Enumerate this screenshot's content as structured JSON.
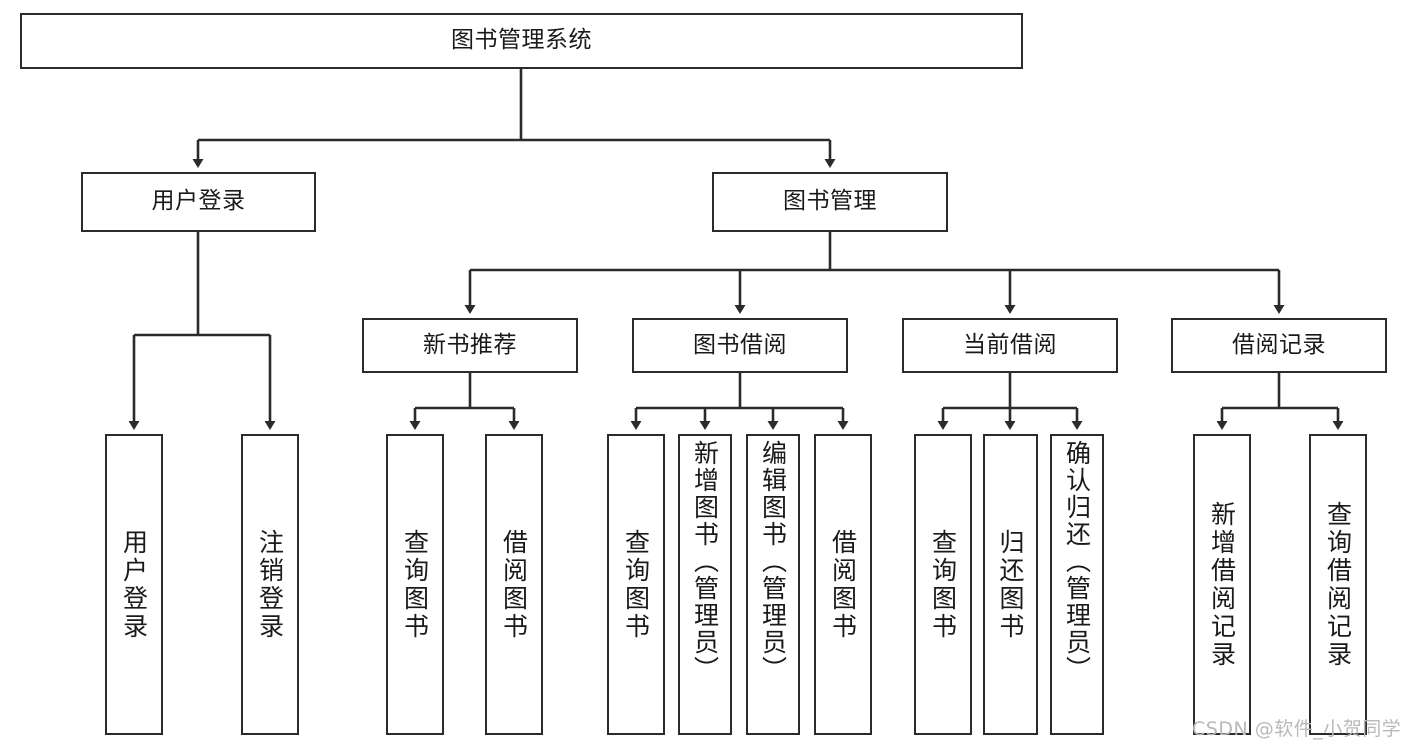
{
  "diagram": {
    "type": "tree-hierarchy",
    "title_node": {
      "label": "图书管理系统"
    },
    "tier2": [
      {
        "id": "user-login",
        "label": "用户登录"
      },
      {
        "id": "book-management",
        "label": "图书管理"
      }
    ],
    "tier3": [
      {
        "id": "new-book-recommend",
        "label": "新书推荐",
        "parent": "book-management"
      },
      {
        "id": "book-borrow",
        "label": "图书借阅",
        "parent": "book-management"
      },
      {
        "id": "current-borrow",
        "label": "当前借阅",
        "parent": "book-management"
      },
      {
        "id": "borrow-record",
        "label": "借阅记录",
        "parent": "book-management"
      }
    ],
    "leaves": [
      {
        "id": "leaf-user-login",
        "label": "用户登录",
        "parent": "user-login"
      },
      {
        "id": "leaf-user-logout",
        "label": "注销登录",
        "parent": "user-login"
      },
      {
        "id": "leaf-query-book-1",
        "label": "查询图书",
        "parent": "new-book-recommend"
      },
      {
        "id": "leaf-borrow-book-1",
        "label": "借阅图书",
        "parent": "new-book-recommend"
      },
      {
        "id": "leaf-query-book-2",
        "label": "查询图书",
        "parent": "book-borrow"
      },
      {
        "id": "leaf-add-book",
        "label": "新增图书（管理员）",
        "parent": "book-borrow"
      },
      {
        "id": "leaf-edit-book",
        "label": "编辑图书（管理员）",
        "parent": "book-borrow"
      },
      {
        "id": "leaf-borrow-book-2",
        "label": "借阅图书",
        "parent": "book-borrow"
      },
      {
        "id": "leaf-query-book-3",
        "label": "查询图书",
        "parent": "current-borrow"
      },
      {
        "id": "leaf-return-book",
        "label": "归还图书",
        "parent": "current-borrow"
      },
      {
        "id": "leaf-confirm-return",
        "label": "确认归还（管理员）",
        "parent": "current-borrow"
      },
      {
        "id": "leaf-add-record",
        "label": "新增借阅记录",
        "parent": "borrow-record"
      },
      {
        "id": "leaf-query-record",
        "label": "查询借阅记录",
        "parent": "borrow-record"
      }
    ],
    "colors": {
      "stroke": "#2b2b2b",
      "background": "#ffffff",
      "text": "#1a1a1a",
      "watermark": "#b9b9b9"
    }
  },
  "watermark": {
    "text": "CSDN @软件_小贺同学"
  }
}
